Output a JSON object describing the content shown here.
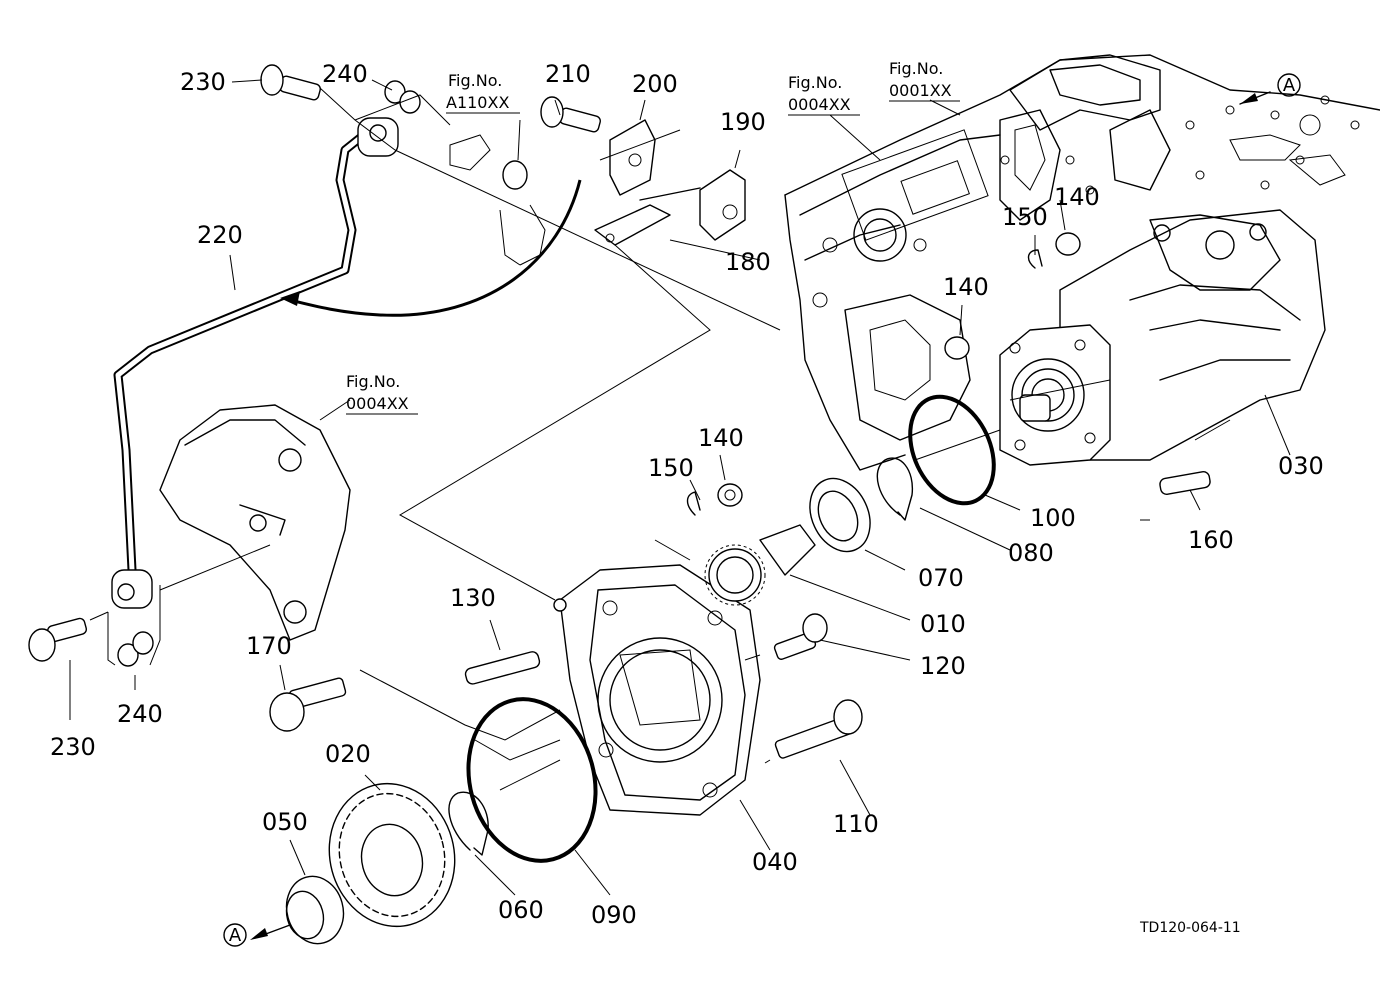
{
  "labels": {
    "p010": "010",
    "p020": "020",
    "p030": "030",
    "p040": "040",
    "p050": "050",
    "p060": "060",
    "p070": "070",
    "p080": "080",
    "p090": "090",
    "p100": "100",
    "p110": "110",
    "p120": "120",
    "p130": "130",
    "p140a": "140",
    "p140b": "140",
    "p140c": "140",
    "p150a": "150",
    "p150b": "150",
    "p160": "160",
    "p170": "170",
    "p180": "180",
    "p190": "190",
    "p200": "200",
    "p210": "210",
    "p220": "220",
    "p230a": "230",
    "p230b": "230",
    "p240a": "240",
    "p240b": "240"
  },
  "fig_refs": {
    "r1_title": "Fig.No.",
    "r1_code": "A110XX",
    "r2_title": "Fig.No.",
    "r2_code": "0004XX",
    "r3_title": "Fig.No.",
    "r3_code": "0001XX",
    "r4_title": "Fig.No.",
    "r4_code": "0004XX"
  },
  "markers": {
    "top": "A",
    "bottom": "A"
  },
  "drawing_code": "TD120-064-11"
}
